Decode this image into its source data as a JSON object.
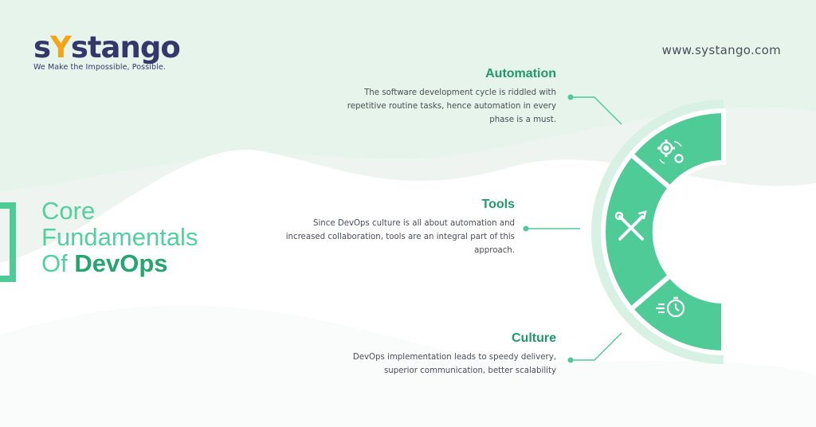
{
  "brand": {
    "logo_prefix": "s",
    "logo_y": "Y",
    "logo_suffix": "stango",
    "tagline": "We Make the Impossible, Possible.",
    "website": "www.systango.com"
  },
  "title": {
    "line1": "Core",
    "line2": "Fundamentals",
    "line3_prefix": "Of",
    "line3_emphasis": "DevOps"
  },
  "features": [
    {
      "heading": "Automation",
      "text": "The software development cycle is riddled with repetitive routine tasks, hence automation in every phase is a must.",
      "icon": "gears-icon"
    },
    {
      "heading": "Tools",
      "text": "Since DevOps culture is all about automation and increased collaboration, tools are an integral part of this approach.",
      "icon": "tools-icon"
    },
    {
      "heading": "Culture",
      "text": "DevOps implementation leads to speedy delivery, superior  communication, better scalability",
      "icon": "stopwatch-icon"
    }
  ],
  "colors": {
    "accent": "#4fcb98",
    "accent_dark": "#1e9a67",
    "brand_navy": "#34376a",
    "brand_orange": "#f3a516"
  }
}
